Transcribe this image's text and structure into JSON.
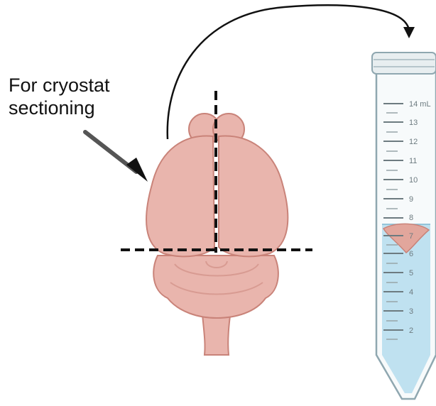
{
  "annotation": {
    "line1": "For cryostat",
    "line2": "sectioning"
  },
  "tube": {
    "volume_label": "14 mL",
    "graduations": [
      "2",
      "3",
      "4",
      "5",
      "6",
      "7",
      "8",
      "9",
      "10",
      "11",
      "12",
      "13"
    ]
  },
  "colors": {
    "brain_fill": "#e9b5ad",
    "brain_outline": "#c98379",
    "liquid": "#bfe1f0",
    "tube_outline": "#8fa7b0",
    "ink": "#111111"
  }
}
